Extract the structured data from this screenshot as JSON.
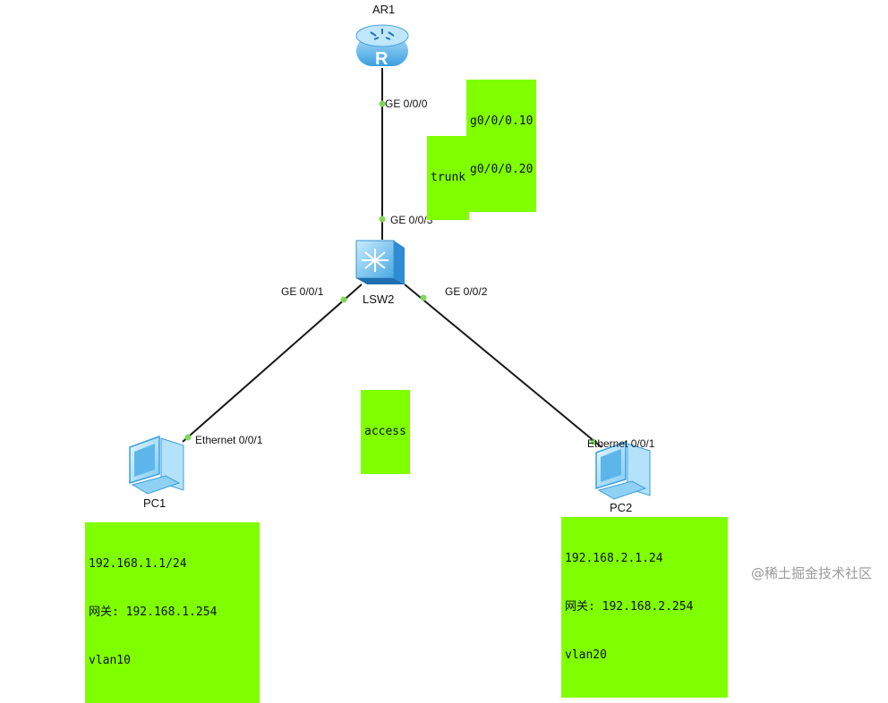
{
  "devices": {
    "router": {
      "name": "AR1",
      "icon": "router-icon"
    },
    "switch": {
      "name": "LSW2",
      "icon": "switch-icon"
    },
    "pc1": {
      "name": "PC1",
      "icon": "pc-icon"
    },
    "pc2": {
      "name": "PC2",
      "icon": "pc-icon"
    }
  },
  "ports": {
    "router_ge0": "GE 0/0/0",
    "switch_ge3": "GE 0/0/3",
    "switch_ge1": "GE 0/0/1",
    "switch_ge2": "GE 0/0/2",
    "pc1_eth": "Ethernet 0/0/1",
    "pc2_eth": "Ethernet 0/0/1"
  },
  "notes": {
    "subif": [
      "g0/0/0.10",
      "g0/0/0.20"
    ],
    "trunk": "trunk",
    "access": "access",
    "pc1": [
      "192.168.1.1/24",
      "网关: 192.168.1.254",
      "vlan10"
    ],
    "pc2": [
      "192.168.2.1.24",
      "网关: 192.168.2.254",
      "vlan20"
    ]
  },
  "watermark": "@稀土掘金技术社区",
  "colors": {
    "note_bg": "#80ff00",
    "port_dot": "#7ed957",
    "link": "#1a1a1a",
    "device_blue": "#5cb6ec"
  }
}
